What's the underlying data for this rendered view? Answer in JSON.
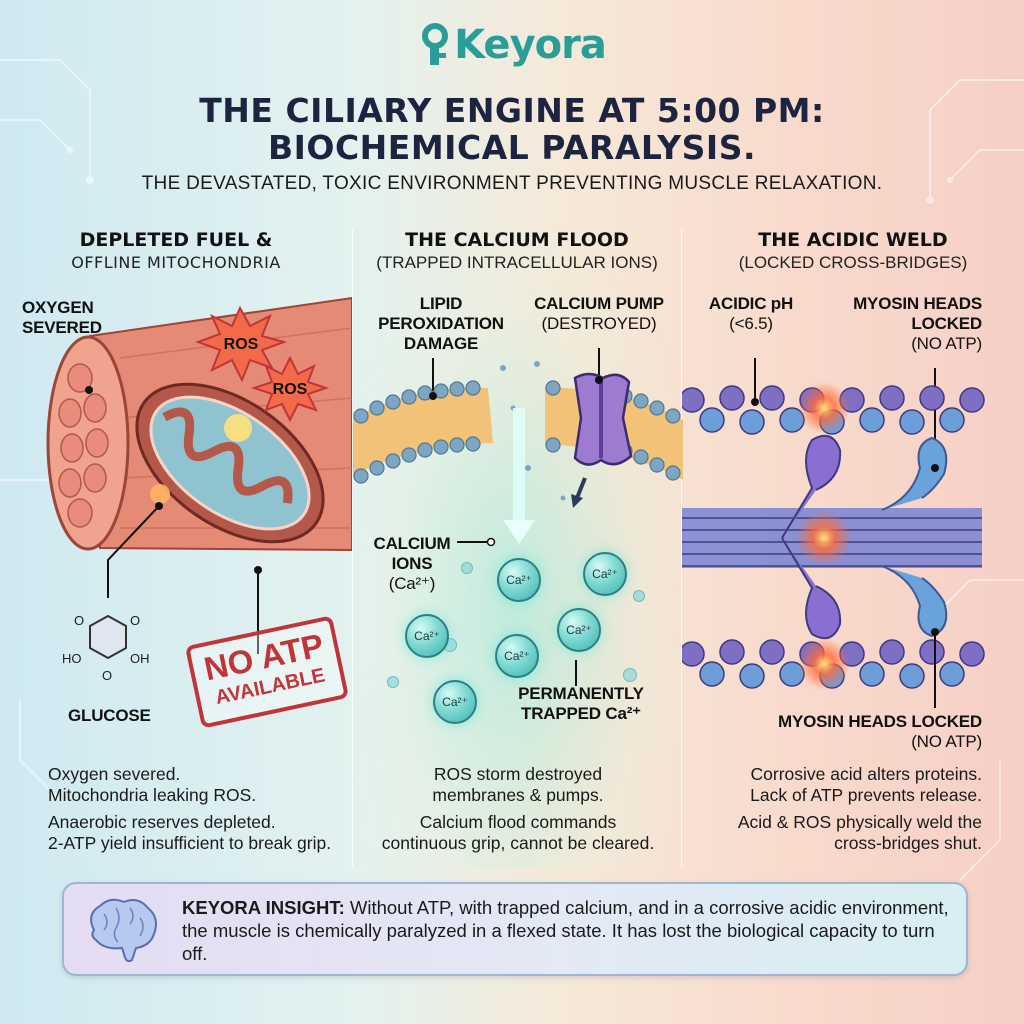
{
  "brand": {
    "name": "Keyora",
    "color": "#2a9d98"
  },
  "header": {
    "title_line1": "THE CILIARY ENGINE AT 5:00 PM:",
    "title_line2": "BIOCHEMICAL PARALYSIS.",
    "subtitle": "THE DEVASTATED, TOXIC ENVIRONMENT PREVENTING MUSCLE RELAXATION."
  },
  "columns": [
    {
      "heading": "DEPLETED FUEL &",
      "subheading": "OFFLINE MITOCHONDRIA",
      "labels": {
        "oxygen_l1": "OXYGEN",
        "oxygen_l2": "SEVERED",
        "ros1": "ROS",
        "ros2": "ROS",
        "glucose": "GLUCOSE",
        "glucose_ho": "HO",
        "glucose_oh": "OH",
        "stamp_l1": "NO ATP",
        "stamp_l2": "AVAILABLE"
      },
      "desc": [
        "Oxygen severed.",
        "Mitochondria leaking ROS.",
        "Anaerobic reserves depleted.",
        "2-ATP yield insufficient to break grip."
      ]
    },
    {
      "heading": "THE CALCIUM FLOOD",
      "subheading": "(TRAPPED INTRACELLULAR IONS)",
      "labels": {
        "lipid_l1": "LIPID",
        "lipid_l2": "PEROXIDATION",
        "lipid_l3": "DAMAGE",
        "pump_l1": "CALCIUM PUMP",
        "pump_l2": "(DESTROYED)",
        "ions_l1": "CALCIUM",
        "ions_l2": "IONS",
        "ions_l3": "(Ca²⁺)",
        "trapped_l1": "PERMANENTLY",
        "trapped_l2": "TRAPPED Ca²⁺",
        "ion": "Ca²⁺"
      },
      "desc": [
        "ROS storm destroyed",
        "membranes & pumps.",
        "Calcium flood commands",
        "continuous grip, cannot be cleared."
      ]
    },
    {
      "heading": "THE ACIDIC WELD",
      "subheading": "(LOCKED CROSS-BRIDGES)",
      "labels": {
        "ph_l1": "ACIDIC pH",
        "ph_l2": "(<6.5)",
        "myosin_top_l1": "MYOSIN HEADS",
        "myosin_top_l2": "LOCKED",
        "myosin_top_l3": "(NO ATP)",
        "myosin_bot_l1": "MYOSIN HEADS LOCKED",
        "myosin_bot_l2": "(NO ATP)"
      },
      "desc": [
        "Corrosive acid alters proteins.",
        "Lack of ATP prevents release.",
        "Acid & ROS physically weld the",
        "cross-bridges shut."
      ]
    }
  ],
  "insight": {
    "label": "KEYORA INSIGHT:",
    "text": " Without ATP, with trapped calcium, and in a corrosive acidic environment, the muscle is chemically paralyzed in a flexed state. It has lost the biological capacity to turn off."
  },
  "colors": {
    "title": "#1d2440",
    "stamp_red": "#c0353a",
    "muscle": "#e58a74",
    "mito_inner": "#8fc3cf",
    "membrane_tail": "#f2c279",
    "membrane_head": "#7ea6c2",
    "pump": "#9c7bd0",
    "actin_purple": "#7f6fc4",
    "actin_blue": "#6d9ed9",
    "weld_glow": "#ff6a3a"
  }
}
